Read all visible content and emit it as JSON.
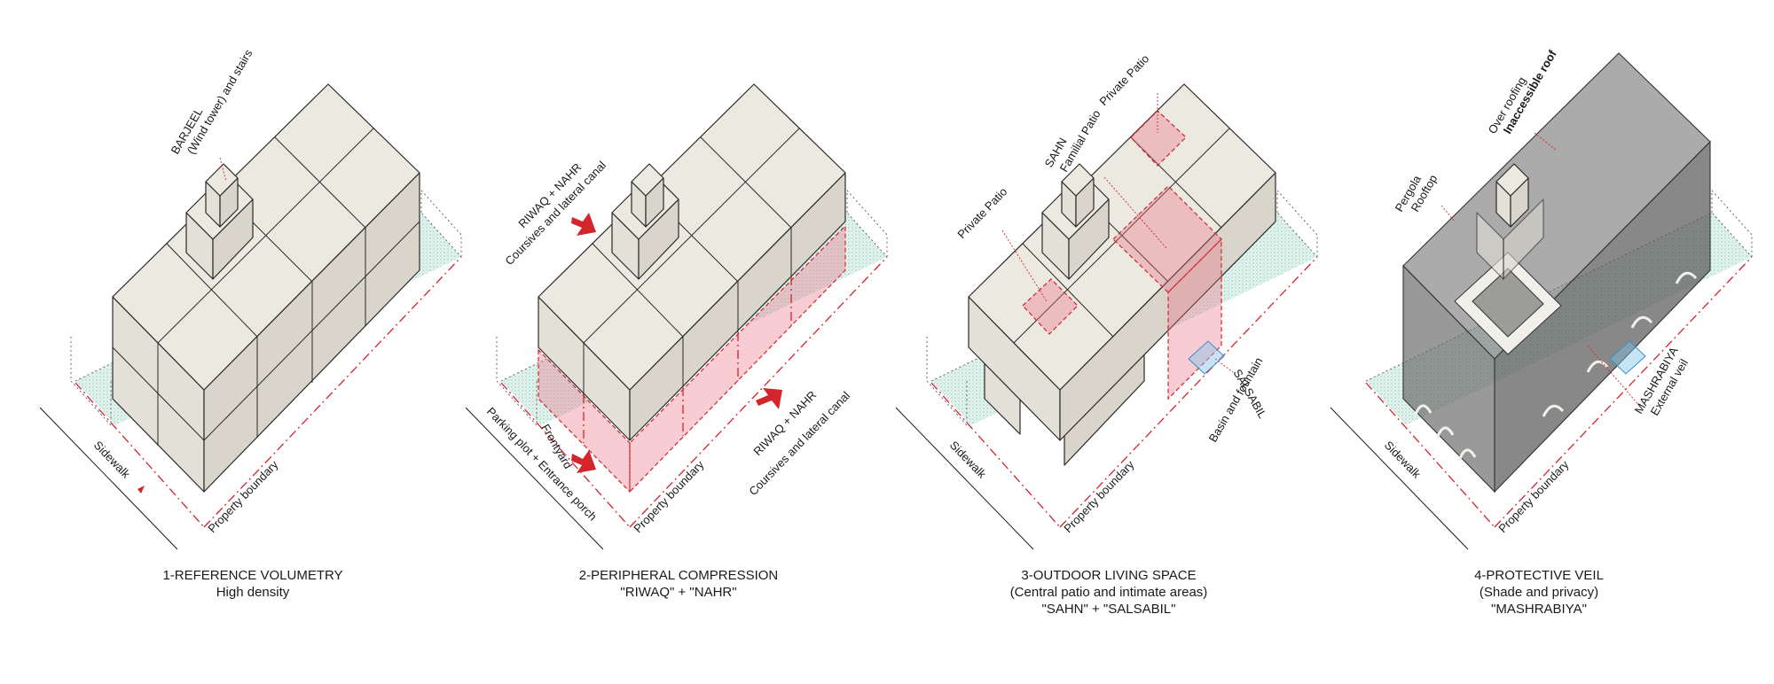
{
  "panels": [
    {
      "title": "1-REFERENCE VOLUMETRY",
      "subtitle": "High density",
      "tag": "",
      "labels": {
        "tower_l1": "BARJEEL",
        "tower_l2": "(Wind tower) and stairs",
        "sidewalk": "Sidewalk",
        "boundary": "Property boundary"
      }
    },
    {
      "title": "2-PERIPHERAL COMPRESSION",
      "subtitle": "\"RIWAQ\" + \"NAHR\"",
      "tag": "",
      "labels": {
        "riwaq_top_l1": "RIWAQ + NAHR",
        "riwaq_top_l2": "Coursives and lateral canal",
        "riwaq_side_l1": "RIWAQ + NAHR",
        "riwaq_side_l2": "Coursives and lateral canal",
        "frontyard": "Frontyard",
        "parking": "Parking plot + Entrance porch",
        "boundary": "Property boundary"
      }
    },
    {
      "title": "3-OUTDOOR LIVING SPACE",
      "subtitle": "(Central patio and intimate areas)",
      "tag": "\"SAHN\" + \"SALSABIL\"",
      "labels": {
        "private_patio_left": "Private Patio",
        "sahn_l1": "SAHN",
        "sahn_l2": "Familial Patio",
        "private_patio_top": "Private Patio",
        "salsabil_l1": "SALSABIL",
        "salsabil_l2": "Basin and fountain",
        "sidewalk": "Sidewalk",
        "boundary": "Property boundary"
      }
    },
    {
      "title": "4-PROTECTIVE VEIL",
      "subtitle": "(Shade and privacy)",
      "tag": "\"MASHRABIYA\"",
      "labels": {
        "pergola_l1": "Pergola",
        "pergola_l2": "Rooftop",
        "roof_l1": "Over roofing",
        "roof_l2": "Inaccessible roof",
        "mashrabiya_l1": "MASHRABIYA",
        "mashrabiya_l2": "External veil",
        "sidewalk": "Sidewalk",
        "boundary": "Property boundary"
      }
    }
  ],
  "colors": {
    "red": "#d4242c",
    "pink_zone": "#ec6e82",
    "blue_zone": "#82c3eb",
    "ground_teal": "#9fd3c7",
    "volume_face": "#ece9e1",
    "veil_grey": "#787878"
  }
}
